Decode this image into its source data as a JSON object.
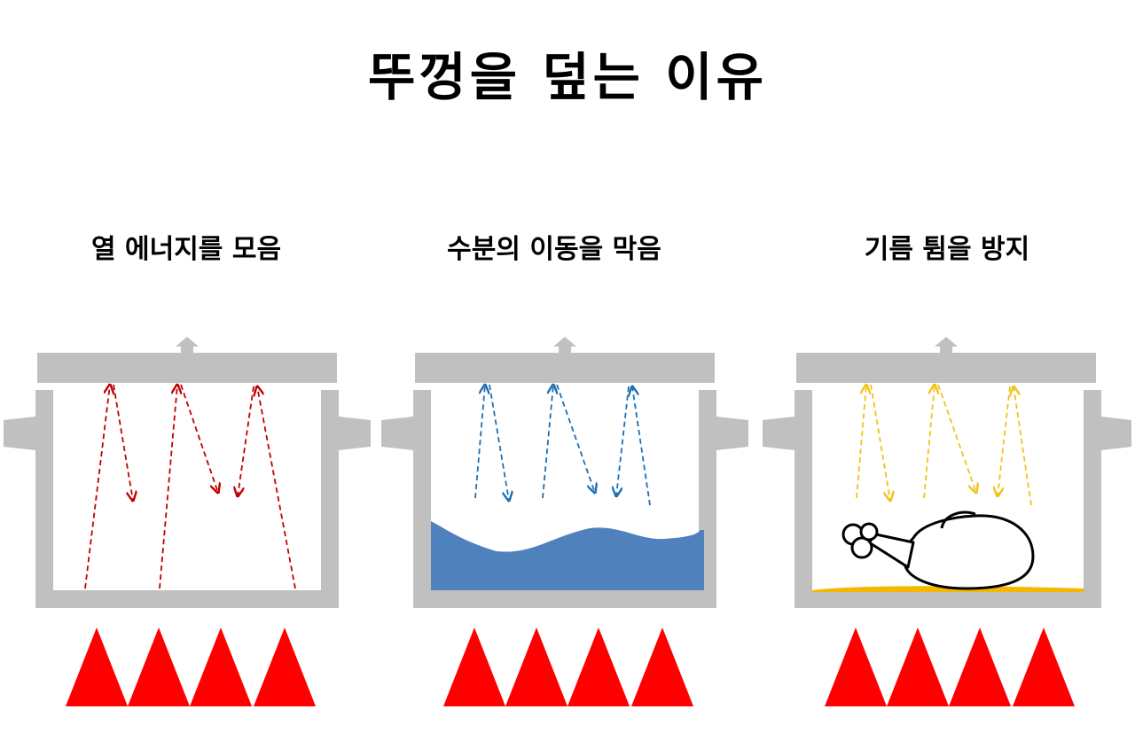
{
  "title": "뚜껑을 덮는 이유",
  "colors": {
    "pot": "#c0c0c0",
    "flame": "#ff0000",
    "heat_arrow": "#c00000",
    "moisture_arrow": "#1f6fb2",
    "oil_arrow": "#f2c21a",
    "water": "#4f81bd",
    "oil": "#f5b800"
  },
  "panels": [
    {
      "label": "열 에너지를 모음",
      "content": "heat"
    },
    {
      "label": "수분의 이동을 막음",
      "content": "water"
    },
    {
      "label": "기름 튐을 방지",
      "content": "chicken"
    }
  ]
}
